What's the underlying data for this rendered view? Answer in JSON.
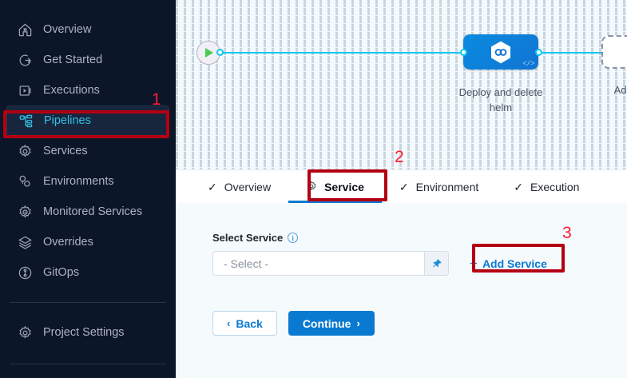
{
  "sidebar": {
    "items": [
      {
        "label": "Overview",
        "icon": "home-icon",
        "active": false
      },
      {
        "label": "Get Started",
        "icon": "rocket-start-icon",
        "active": false
      },
      {
        "label": "Executions",
        "icon": "play-box-icon",
        "active": false
      },
      {
        "label": "Pipelines",
        "icon": "pipelines-icon",
        "active": true
      },
      {
        "label": "Services",
        "icon": "gear-icon",
        "active": false
      },
      {
        "label": "Environments",
        "icon": "environments-icon",
        "active": false
      },
      {
        "label": "Monitored Services",
        "icon": "monitored-services-icon",
        "active": false
      },
      {
        "label": "Overrides",
        "icon": "layers-icon",
        "active": false
      },
      {
        "label": "GitOps",
        "icon": "gitops-icon",
        "active": false
      }
    ],
    "settings": {
      "label": "Project Settings",
      "icon": "gear-icon"
    }
  },
  "canvas": {
    "start_node": {
      "name": "pipeline-start",
      "icon": "play-icon"
    },
    "end_node": {
      "name": "pipeline-end",
      "icon": "stop-icon"
    },
    "stage": {
      "label": "Deploy and delete helm",
      "icon": "harness-hexagon-icon",
      "code_badge": "</>"
    },
    "add_stage": {
      "label": "Add Stage",
      "icon": "plus-icon"
    }
  },
  "tabs": [
    {
      "label": "Overview",
      "icon": "check-icon",
      "active": false
    },
    {
      "label": "Service",
      "icon": "gear-icon",
      "active": true
    },
    {
      "label": "Environment",
      "icon": "check-icon",
      "active": false
    },
    {
      "label": "Execution",
      "icon": "check-icon",
      "active": false
    }
  ],
  "form": {
    "select_service": {
      "label": "Select Service",
      "info_icon": "info-icon",
      "value": "- Select -",
      "placeholder": "- Select -",
      "pin_icon": "pin-icon"
    },
    "add_service": {
      "label": "Add Service",
      "icon": "plus-icon"
    },
    "back_button": {
      "label": "Back",
      "icon": "chevron-left-icon"
    },
    "continue_button": {
      "label": "Continue",
      "icon": "chevron-right-icon"
    }
  },
  "annotations": [
    {
      "number": "1",
      "target": "sidebar-item-pipelines"
    },
    {
      "number": "2",
      "target": "tab-service"
    },
    {
      "number": "3",
      "target": "add-service-button"
    }
  ],
  "colors": {
    "sidebar_bg": "#0b1628",
    "active_nav_text": "#33c0e5",
    "accent_blue": "#0a7ad1",
    "wire_cyan": "#0ec9f2",
    "annotation_red": "#b30012",
    "annotation_number_red": "#ff1b35"
  }
}
